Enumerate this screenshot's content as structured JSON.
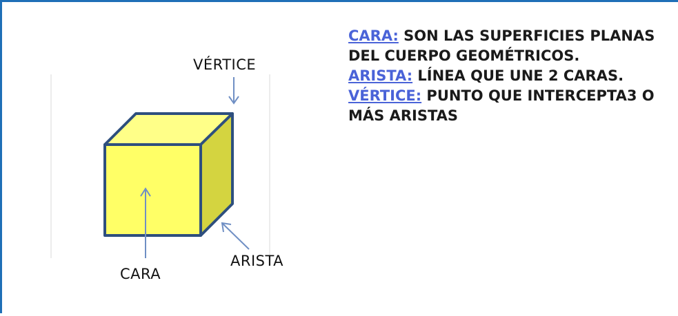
{
  "diagram": {
    "labels": {
      "vertex": "VÉRTICE",
      "face": "CARA",
      "edge": "ARISTA"
    },
    "colors": {
      "cube_front": "#ffff66",
      "cube_top": "#ffff88",
      "cube_side": "#d4d440",
      "cube_outline": "#2e4f7e",
      "arrow": "#6f8fc4"
    }
  },
  "definitions": {
    "face": {
      "term": "CARA:",
      "text": " SON LAS SUPERFICIES PLANAS DEL CUERPO GEOMÉTRICOS."
    },
    "edge": {
      "term": "ARISTA:",
      "text": " LÍNEA QUE UNE 2 CARAS."
    },
    "vertex": {
      "term": "VÉRTICE:",
      "text": " PUNTO QUE INTERCEPTA3 O MÁS ARISTAS"
    },
    "term_color": "#4a63d8"
  }
}
